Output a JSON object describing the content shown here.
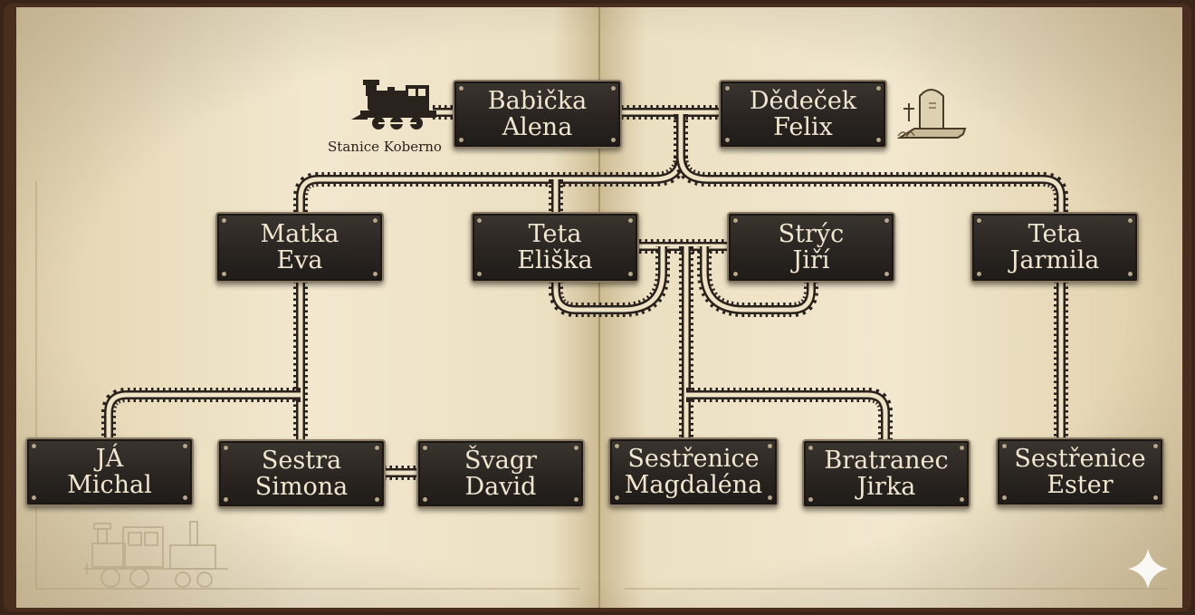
{
  "station": {
    "label": "Stanice Koberno"
  },
  "tree": {
    "grandparents": [
      {
        "line1": "Babička",
        "line2": "Alena"
      },
      {
        "line1": "Dědeček",
        "line2": "Felix"
      }
    ],
    "parents": [
      {
        "line1": "Matka",
        "line2": "Eva"
      },
      {
        "line1": "Teta",
        "line2": "Eliška"
      },
      {
        "line1": "Strýc",
        "line2": "Jiří"
      },
      {
        "line1": "Teta",
        "line2": "Jarmila"
      }
    ],
    "children": [
      {
        "line1": "JÁ",
        "line2": "Michal"
      },
      {
        "line1": "Sestra",
        "line2": "Simona"
      },
      {
        "line1": "Švagr",
        "line2": "David"
      },
      {
        "line1": "Sestřenice",
        "line2": "Magdaléna"
      },
      {
        "line1": "Bratranec",
        "line2": "Jirka"
      },
      {
        "line1": "Sestřenice",
        "line2": "Ester"
      }
    ]
  },
  "colors": {
    "paper": "#efe3c6",
    "plate": "#2a2521",
    "plate_text": "#f1e6cf",
    "rail": "#2a221c",
    "ink": "#2b2017"
  },
  "icons": [
    "steam-locomotive-icon",
    "gravestone-icon",
    "locomotive-sketch-icon",
    "sparkle-icon"
  ]
}
